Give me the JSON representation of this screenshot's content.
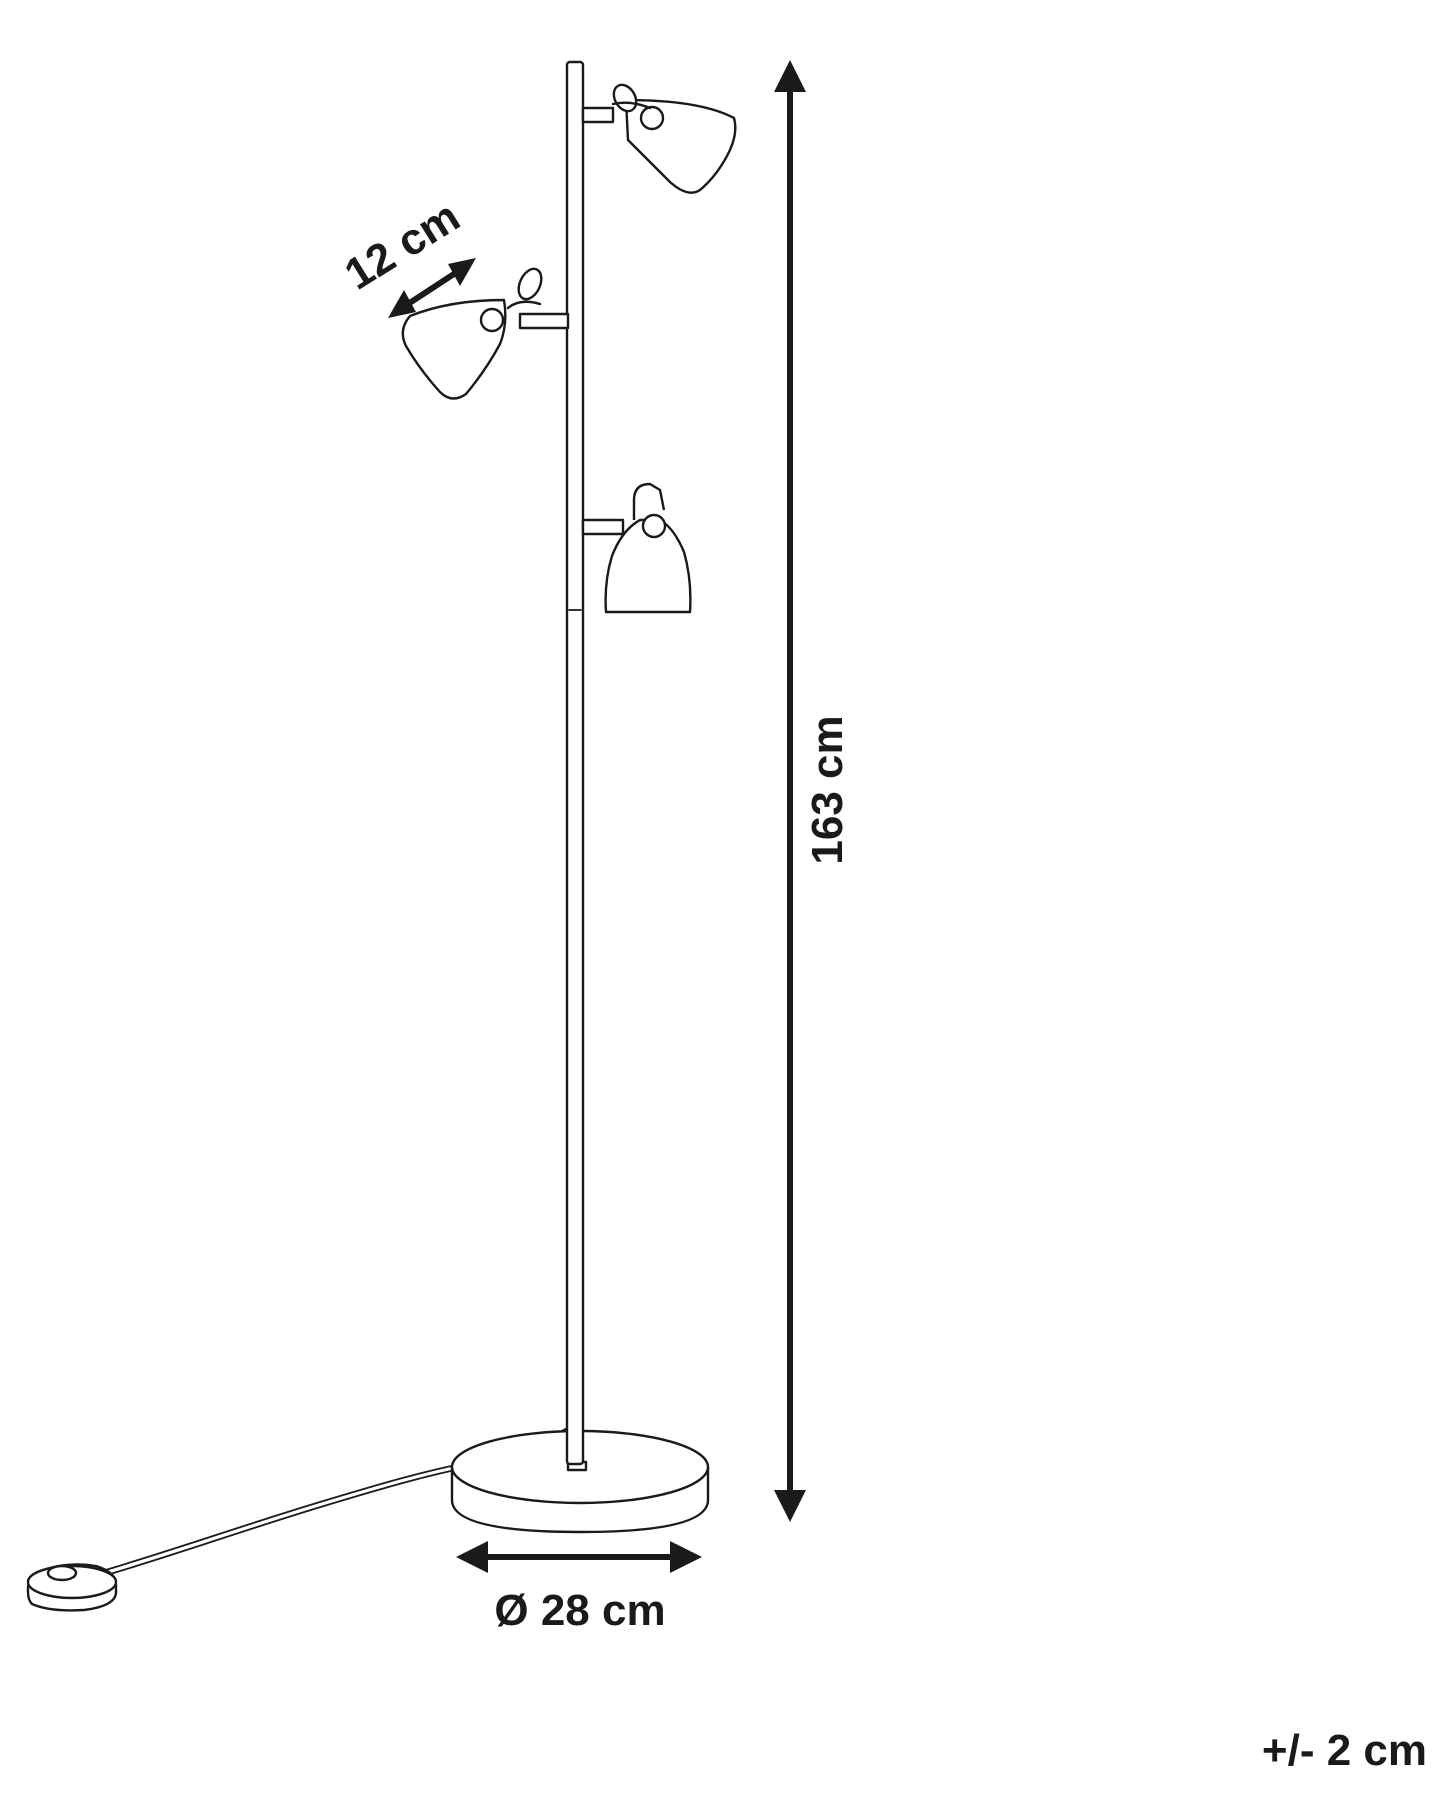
{
  "dimensions": {
    "height": "163 cm",
    "base_diameter": "Ø 28 cm",
    "shade_length": "12 cm",
    "tolerance": "+/- 2 cm"
  },
  "colors": {
    "line": "#1a1a1a",
    "background": "#ffffff"
  }
}
